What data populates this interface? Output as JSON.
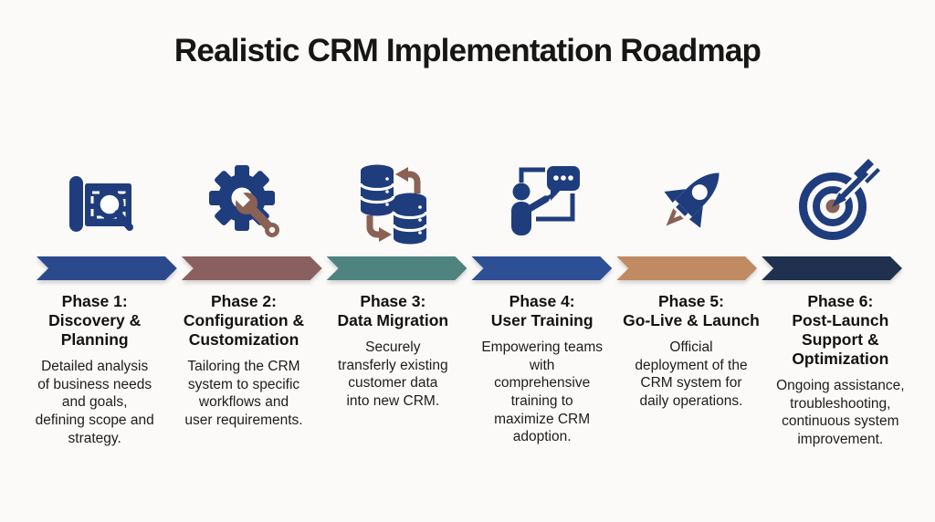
{
  "title": "Realistic CRM Implementation Roadmap",
  "colors": {
    "bg": "#fbfaf8",
    "title_color": "#161616",
    "body_color": "#1d1d1d",
    "icon_primary": "#1f3d7c",
    "icon_accent": "#8a6155"
  },
  "phases": [
    {
      "icon": "blueprint-magnifier-icon",
      "arrow_color": "#2b4a8e",
      "heading": "Phase 1:\nDiscovery &\nPlanning",
      "body": "Detailed analysis\nof business needs\nand goals,\ndefining scope and\nstrategy."
    },
    {
      "icon": "gear-wrench-icon",
      "arrow_color": "#8a5f60",
      "heading": "Phase 2:\nConfiguration &\nCustomization",
      "body": "Tailoring the CRM\nsystem to specific\nworkflows and\nuser requirements."
    },
    {
      "icon": "database-transfer-icon",
      "arrow_color": "#4e8380",
      "heading": "Phase 3:\nData Migration",
      "body": "Securely\ntransferly existing\ncustomer data\ninto new CRM."
    },
    {
      "icon": "trainer-presentation-icon",
      "arrow_color": "#2d4f95",
      "heading": "Phase 4:\nUser Training",
      "body": "Empowering teams\nwith\ncomprehensive\ntraining to\nmaximize CRM\nadoption."
    },
    {
      "icon": "rocket-icon",
      "arrow_color": "#c08a62",
      "heading": "Phase 5:\nGo-Live & Launch",
      "body": "Official\ndeployment of the\nCRM system for\ndaily operations."
    },
    {
      "icon": "target-arrow-icon",
      "arrow_color": "#20304f",
      "heading": "Phase 6:\nPost-Launch\nSupport &\nOptimization",
      "body": "Ongoing assistance,\ntroubleshooting,\ncontinuous system\nimprovement."
    }
  ]
}
